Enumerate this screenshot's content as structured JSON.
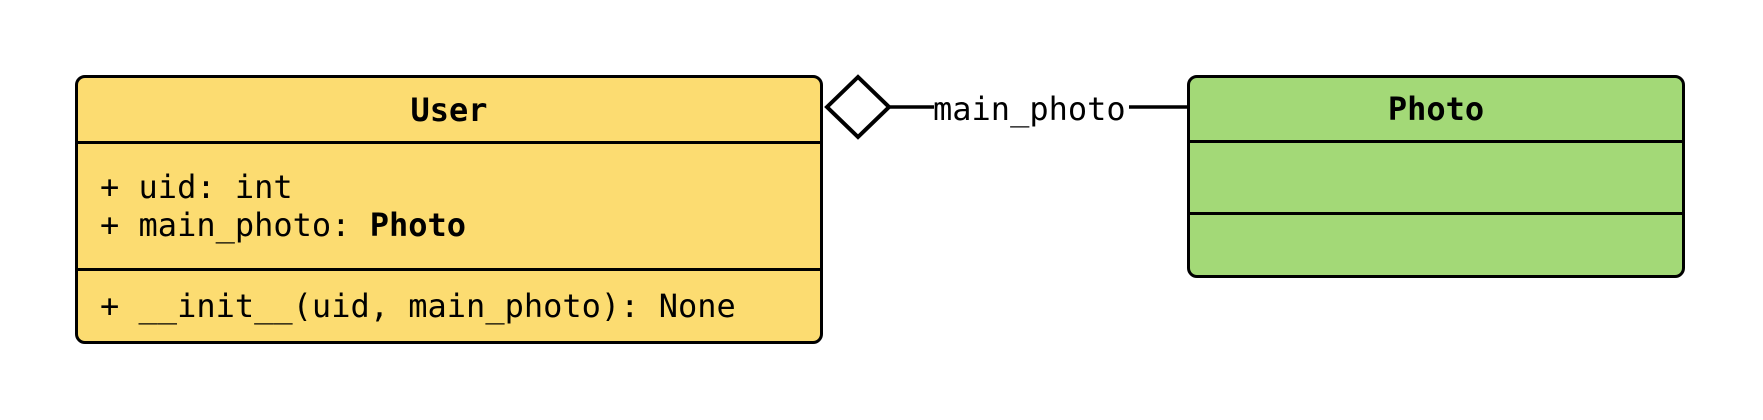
{
  "diagram": {
    "type": "uml-class-diagram",
    "background_color": "#ffffff",
    "stroke_color": "#000000",
    "user_class": {
      "title": "User",
      "fill": "#FCDC71",
      "attr1": "+ uid: int",
      "attr2_text": "+ main_photo: ",
      "attr2_type": "Photo",
      "method1": "+ __init__(uid, main_photo): None"
    },
    "photo_class": {
      "title": "Photo",
      "fill": "#A3D977",
      "attributes": [],
      "methods": []
    },
    "connector": {
      "label": "main_photo",
      "kind": "aggregation",
      "diamond_fill": "#ffffff",
      "from": "User",
      "to": "Photo"
    }
  }
}
